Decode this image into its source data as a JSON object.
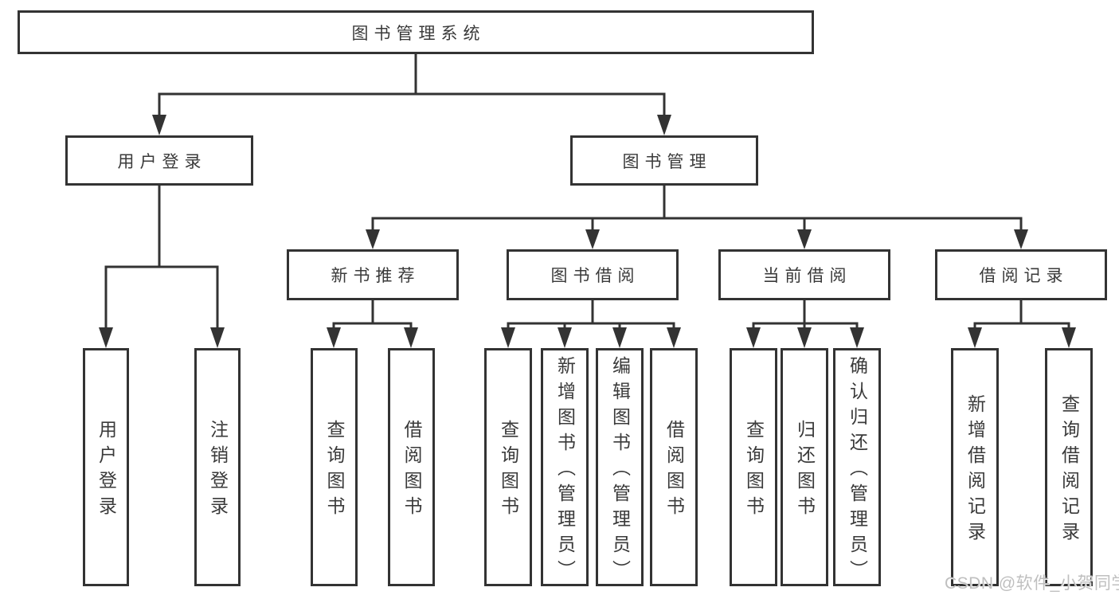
{
  "diagram": {
    "type": "hierarchy-structure-chart",
    "root": {
      "label": "图书管理系统",
      "children": [
        "用户登录",
        "图书管理"
      ]
    },
    "level2": [
      {
        "label": "用户登录",
        "children": [
          "用户登录",
          "注销登录"
        ]
      },
      {
        "label": "图书管理",
        "children": [
          "新书推荐",
          "图书借阅",
          "当前借阅",
          "借阅记录"
        ]
      }
    ],
    "level3": [
      {
        "label": "新书推荐",
        "children": [
          "查询图书",
          "借阅图书"
        ]
      },
      {
        "label": "图书借阅",
        "children": [
          "查询图书",
          "新增图书（管理员）",
          "编辑图书（管理员）",
          "借阅图书"
        ]
      },
      {
        "label": "当前借阅",
        "children": [
          "查询图书",
          "归还图书",
          "确认归还（管理员）"
        ]
      },
      {
        "label": "借阅记录",
        "children": [
          "新增借阅记录",
          "查询借阅记录"
        ]
      }
    ],
    "leaves": [
      {
        "label": "用户登录"
      },
      {
        "label": "注销登录"
      },
      {
        "label": "查询图书"
      },
      {
        "label": "借阅图书"
      },
      {
        "label": "查询图书"
      },
      {
        "label": "新增图书（管理员）"
      },
      {
        "label": "编辑图书（管理员）"
      },
      {
        "label": "借阅图书"
      },
      {
        "label": "查询图书"
      },
      {
        "label": "归还图书"
      },
      {
        "label": "确认归还（管理员）"
      },
      {
        "label": "新增借阅记录"
      },
      {
        "label": "查询借阅记录"
      }
    ]
  },
  "watermark": {
    "text": "CSDN @软件_小贺同学"
  },
  "colors": {
    "line": "#333333",
    "border": "#333333",
    "text": "#3a3a3a",
    "background": "#ffffff",
    "watermark": "#bfbfbf"
  }
}
